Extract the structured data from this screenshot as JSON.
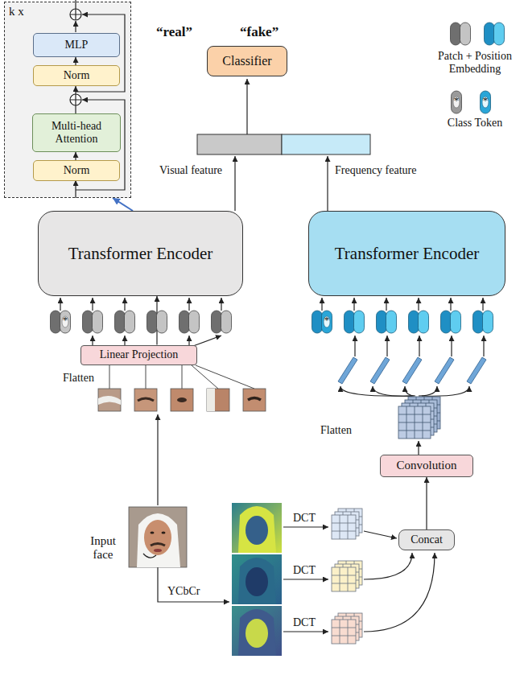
{
  "diagram": {
    "nodes": [
      {
        "text": [
          "k x"
        ]
      },
      {
        "text": [
          "MLP"
        ],
        "in": 0
      },
      {
        "text": [
          "Norm"
        ],
        "in": 0
      },
      {
        "text": [
          "Multi-head Attention"
        ],
        "in": 0
      },
      {
        "text": [
          "Norm"
        ],
        "in": 0
      },
      {
        "text": [
          "Classifier"
        ]
      },
      {
        "text": [
          "Transformer Encoder"
        ]
      },
      {
        "text": [
          "Transformer Encoder"
        ]
      },
      {
        "text": [
          "Linear Projection"
        ]
      },
      {
        "text": [
          "Convolution"
        ]
      },
      {
        "text": [
          "Concat"
        ]
      }
    ],
    "edges": [
      {
        "from": 4,
        "to": 3,
        "arrow": "to"
      },
      {
        "from": 3,
        "to": 2,
        "arrow": "to"
      },
      {
        "from": 2,
        "to": 1,
        "arrow": "to"
      },
      {
        "from": 6,
        "to": 0,
        "arrow": "to"
      },
      {
        "from": 8,
        "to": 6,
        "arrow": "to"
      },
      {
        "from": 10,
        "to": 9,
        "arrow": "to"
      }
    ],
    "labels": [
      "“real”",
      "“fake”",
      "*",
      "*",
      "Visual feature",
      "Frequency feature",
      "*",
      "*",
      "Flatten",
      "Flatten",
      "Input face",
      "YCbCr",
      "DCT",
      "DCT",
      "DCT"
    ],
    "legend": [
      {
        "text": "Patch + Position Embedding"
      },
      {
        "text": "Class Token"
      }
    ]
  }
}
